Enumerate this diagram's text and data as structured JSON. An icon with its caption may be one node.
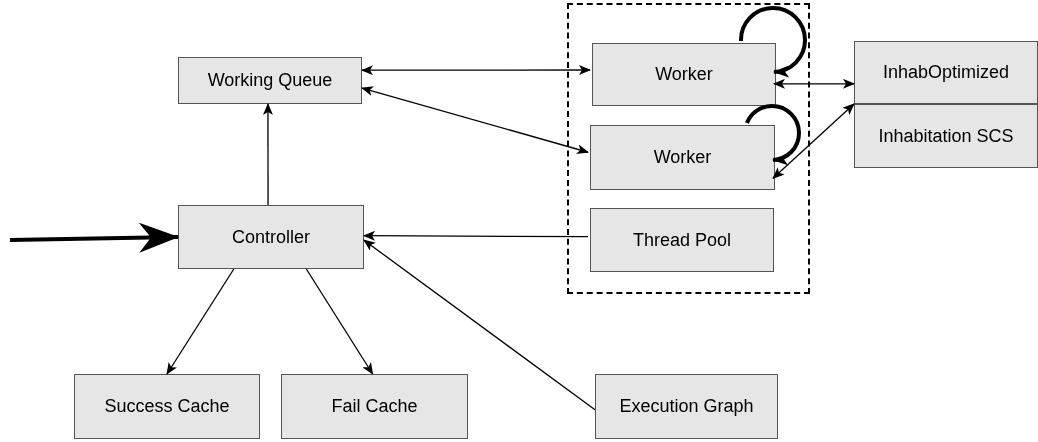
{
  "diagram": {
    "nodes": [
      {
        "text": [
          "Working Queue"
        ]
      },
      {
        "text": [],
        "shape": "box"
      },
      {
        "text": [
          "Worker"
        ],
        "in": 1
      },
      {
        "text": [
          "Worker"
        ],
        "in": 1
      },
      {
        "text": [
          "Thread Pool"
        ],
        "in": 1
      },
      {
        "text": [
          "InhabOptimized"
        ]
      },
      {
        "text": [
          "Inhabitation SCS"
        ]
      },
      {
        "text": [
          "Controller"
        ]
      },
      {
        "text": [
          "Success Cache"
        ]
      },
      {
        "text": [
          "Fail Cache"
        ]
      },
      {
        "text": [
          "Execution Graph"
        ]
      }
    ],
    "edges": [
      {
        "from": null,
        "to": 7,
        "arrow": "to",
        "style": "thick"
      },
      {
        "from": 7,
        "to": 0,
        "arrow": "to"
      },
      {
        "from": 0,
        "to": 2,
        "arrow": "both"
      },
      {
        "from": 0,
        "to": 3,
        "arrow": "both"
      },
      {
        "from": 2,
        "to": 2,
        "arrow": "to",
        "style": "thick"
      },
      {
        "from": 3,
        "to": 3,
        "arrow": "to",
        "style": "thick"
      },
      {
        "from": 2,
        "to": 5,
        "arrow": "both"
      },
      {
        "from": 3,
        "to": 5,
        "arrow": "both"
      },
      {
        "from": 4,
        "to": 7,
        "arrow": "to"
      },
      {
        "from": 10,
        "to": 7,
        "arrow": "to"
      },
      {
        "from": 7,
        "to": 8,
        "arrow": "to"
      },
      {
        "from": 7,
        "to": 9,
        "arrow": "to"
      }
    ]
  }
}
